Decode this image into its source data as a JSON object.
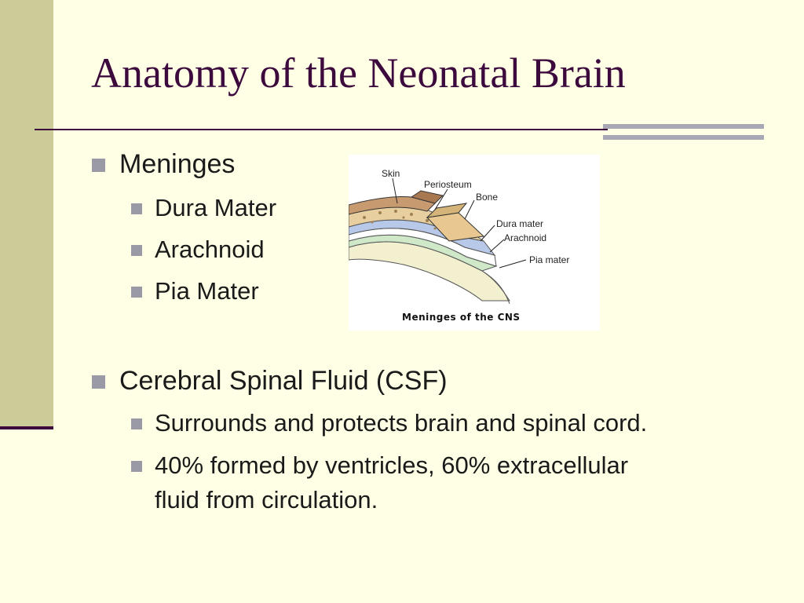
{
  "slide": {
    "title": "Anatomy of the Neonatal Brain",
    "bullets": [
      {
        "text": "Meninges",
        "sub": [
          "Dura Mater",
          "Arachnoid",
          "Pia Mater"
        ]
      },
      {
        "text": "Cerebral Spinal Fluid (CSF)",
        "sub": [
          "Surrounds and protects brain and spinal cord.",
          "40% formed by ventricles, 60% extracellular",
          "fluid from circulation."
        ]
      }
    ]
  },
  "figure": {
    "labels": {
      "skin": "Skin",
      "periosteum": "Periosteum",
      "bone": "Bone",
      "dura": "Dura mater",
      "arachnoid": "Arachnoid",
      "pia": "Pia mater"
    },
    "caption": "Meninges of the CNS"
  },
  "colors": {
    "background": "#ffffe5",
    "accent_bar": "#cccc99",
    "title": "#3d0a3d",
    "bullet": "#9a9aa6"
  }
}
